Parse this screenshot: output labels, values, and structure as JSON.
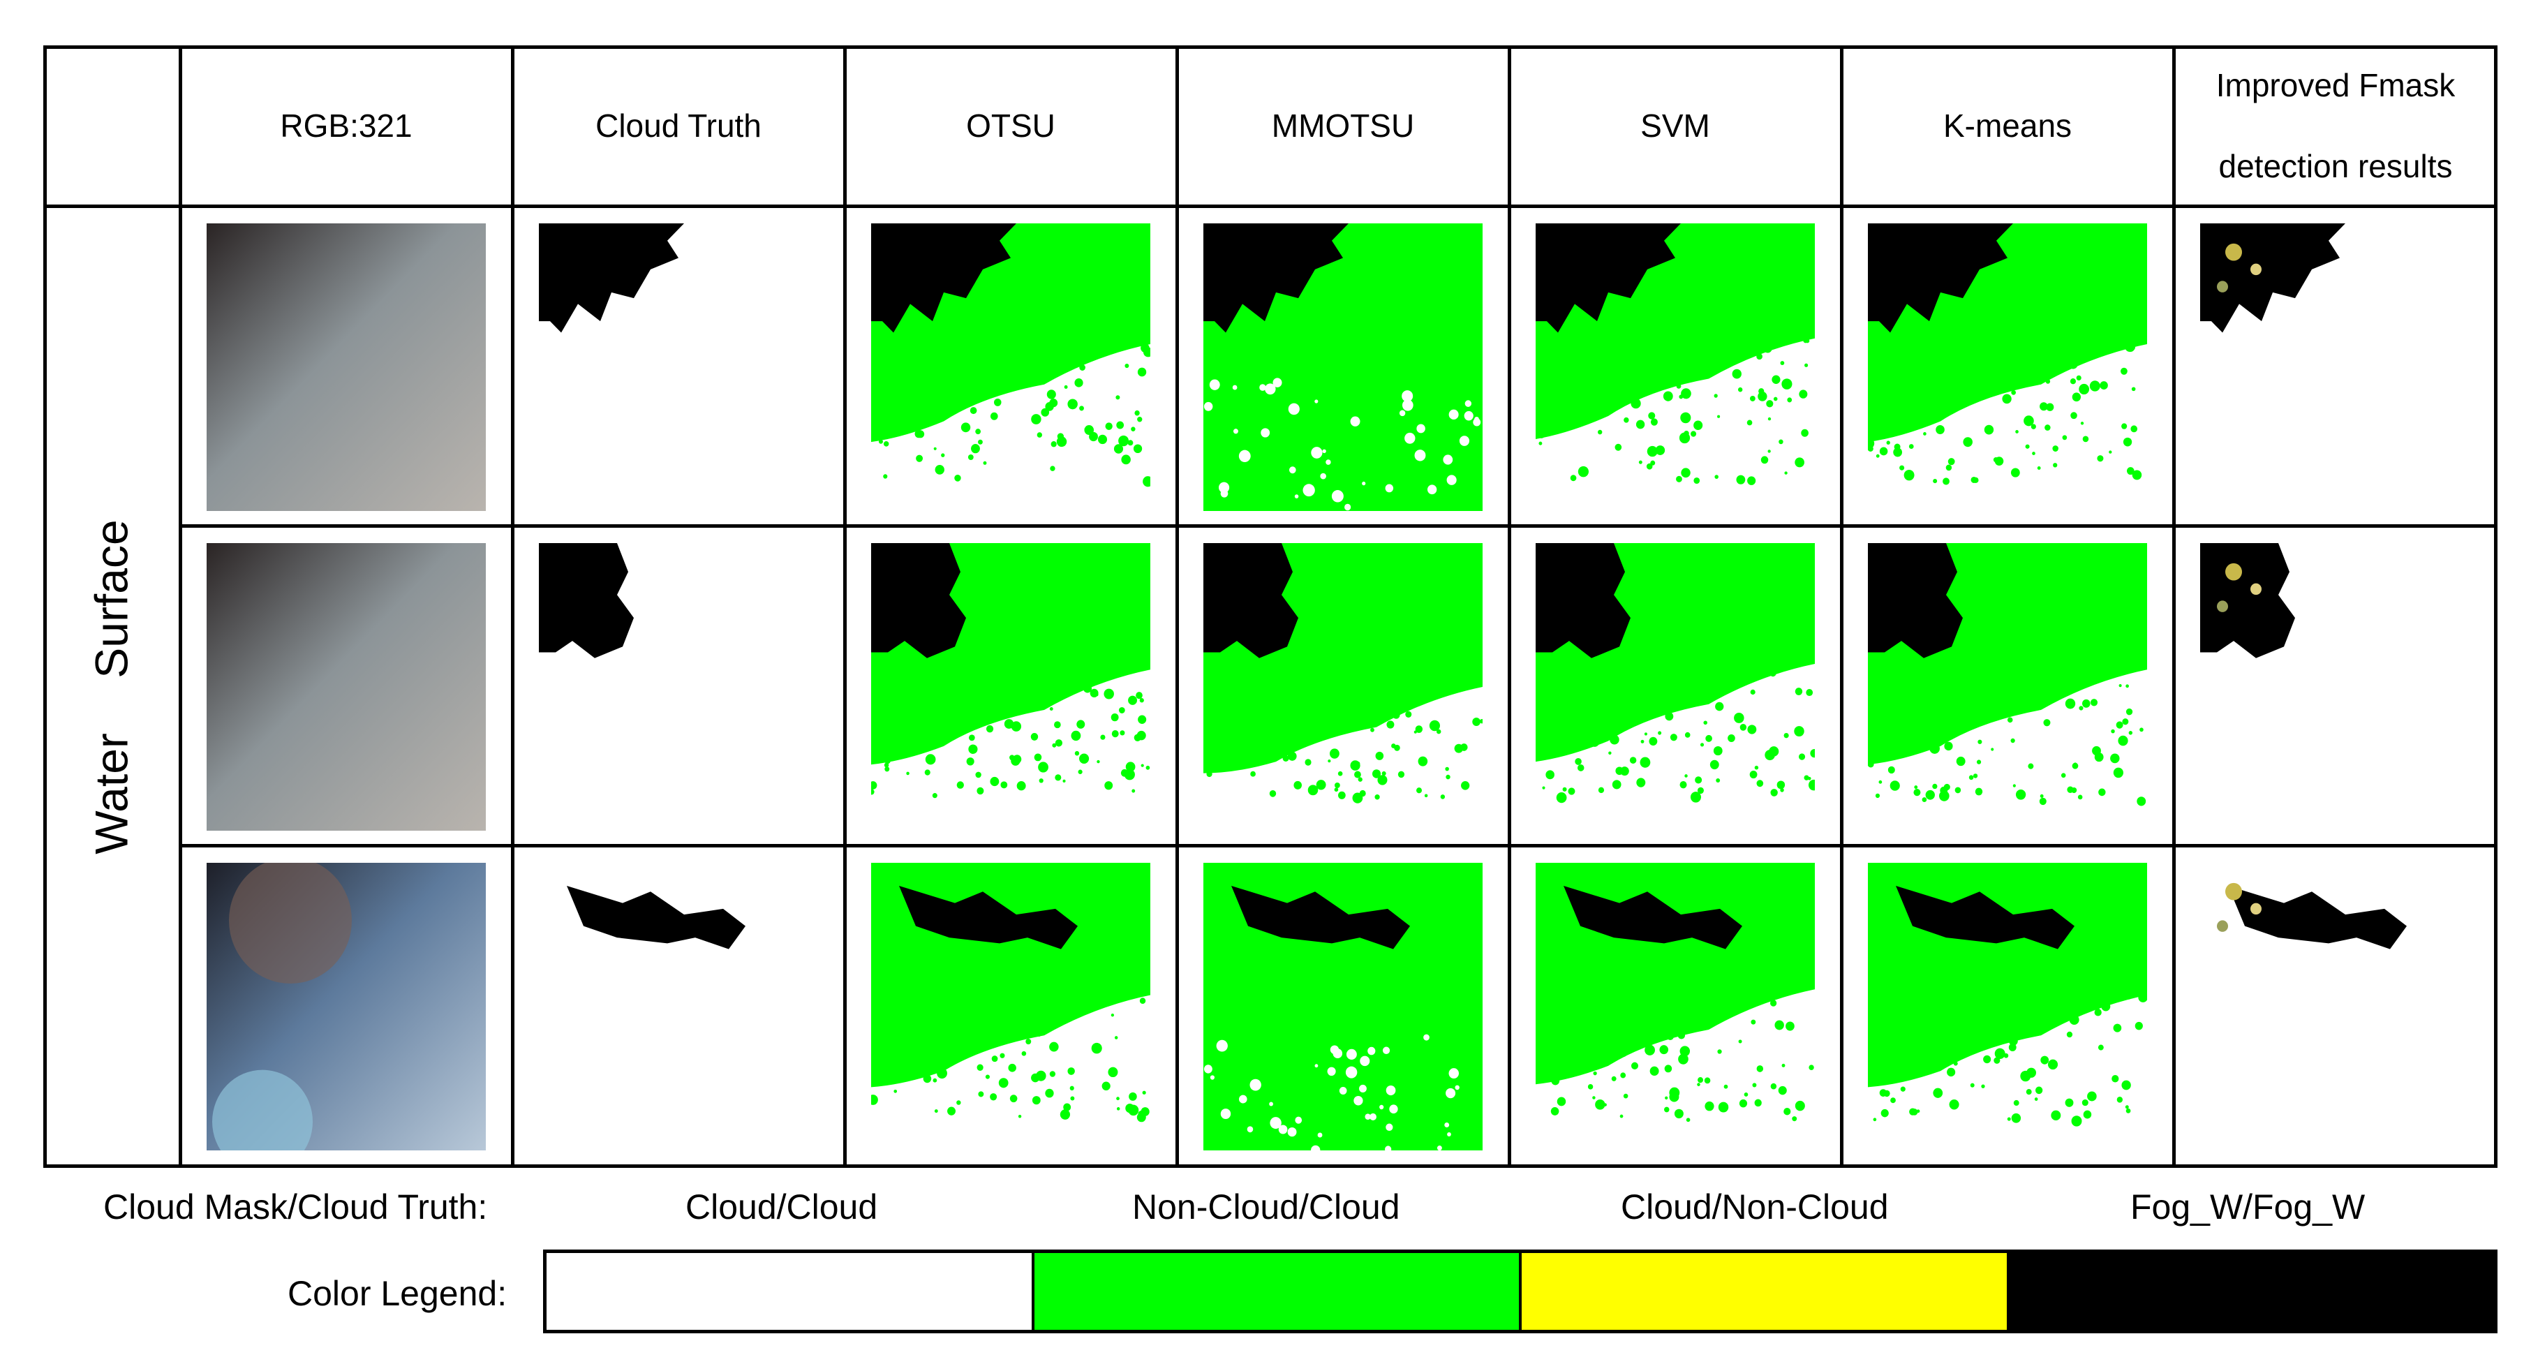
{
  "table": {
    "headers": [
      "RGB:321",
      "Cloud Truth",
      "OTSU",
      "MMOTSU",
      "SVM",
      "K-means",
      "Improved Fmask detection results"
    ],
    "row_label": "Water Surface"
  },
  "legend": {
    "mask_label": "Cloud Mask/Cloud Truth:",
    "color_label": "Color Legend:",
    "categories": [
      "Cloud/Cloud",
      "Non-Cloud/Cloud",
      "Cloud/Non-Cloud",
      "Fog_W/Fog_W"
    ],
    "colors": [
      "#ffffff",
      "#00ff00",
      "#ffff00",
      "#000000"
    ]
  }
}
